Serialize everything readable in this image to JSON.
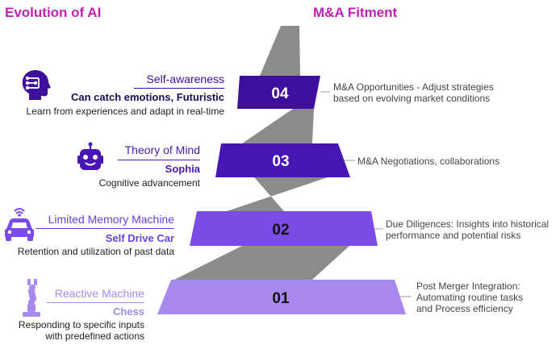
{
  "header": {
    "left_title": "Evolution of AI",
    "right_title": "M&A Fitment",
    "accent_color": "#c21fb4"
  },
  "levels": [
    {
      "number": "04",
      "title": "Self-awareness",
      "subtitle": "Can catch emotions, Futuristic",
      "description": "Learn from experiences and adapt in real-time",
      "fitment": "M&A Opportunities - Adjust strategies based on evolving market conditions",
      "icon": "head-circuit-icon",
      "band_color": "#3d0f9c",
      "title_color": "#3a0e94",
      "subtitle_color": "#1a0b55",
      "number_color": "#ffffff"
    },
    {
      "number": "03",
      "title": "Theory of Mind",
      "subtitle": "Sophia",
      "description": "Cognitive advancement",
      "fitment": "M&A Negotiations, collaborations",
      "icon": "robot-face-icon",
      "band_color": "#4715b3",
      "title_color": "#4a1aa6",
      "subtitle_color": "#4a1aa6",
      "number_color": "#ffffff"
    },
    {
      "number": "02",
      "title": "Limited Memory Machine",
      "subtitle": "Self Drive Car",
      "description": "Retention and utilization of past data",
      "fitment": "Due Diligences: Insights into historical performance and potential risks",
      "icon": "self-driving-car-icon",
      "band_color": "#7a4be6",
      "title_color": "#6a3fd6",
      "subtitle_color": "#6a3fd6",
      "number_color": "#111111"
    },
    {
      "number": "01",
      "title": "Reactive Machine",
      "subtitle": "Chess",
      "description": "Responding to specific inputs with predefined actions",
      "fitment": "Post Merger Integration: Automating routine tasks and Process efficiency",
      "icon": "robot-arm-icon",
      "band_color": "#a789ee",
      "title_color": "#a48be6",
      "subtitle_color": "#a48be6",
      "number_color": "#111111"
    }
  ],
  "ribbon_color": "#8c8c8c"
}
